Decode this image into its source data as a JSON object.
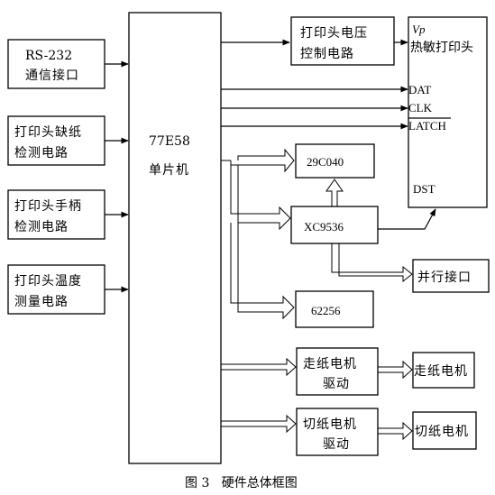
{
  "blocks": {
    "rs232": {
      "line1": "RS-232",
      "line2": "通信接口"
    },
    "paper_detect": {
      "line1": "打印头缺纸",
      "line2": "检测电路"
    },
    "handle_detect": {
      "line1": "打印头手柄",
      "line2": "检测电路"
    },
    "temp_measure": {
      "line1": "打印头温度",
      "line2": "测量电路"
    },
    "mcu": {
      "line1": "77E58",
      "line2": "单片机"
    },
    "voltage_ctrl": {
      "line1": "打印头电压",
      "line2": "控制电路"
    },
    "printhead": {
      "vp": "Vp",
      "title": "热敏打印头",
      "dat": "DAT",
      "clk": "CLK",
      "latch": "LATCH",
      "dst": "DST"
    },
    "flash": {
      "label": "29C040"
    },
    "cpld": {
      "label": "XC9536"
    },
    "sram": {
      "label": "62256"
    },
    "parallel": {
      "label": "并行接口"
    },
    "feed_drive": {
      "line1": "走纸电机",
      "line2": "驱动"
    },
    "feed_motor": {
      "label": "走纸电机"
    },
    "cut_drive": {
      "line1": "切纸电机",
      "line2": "驱动"
    },
    "cut_motor": {
      "label": "切纸电机"
    }
  },
  "caption": "图 3   硬件总体框图"
}
